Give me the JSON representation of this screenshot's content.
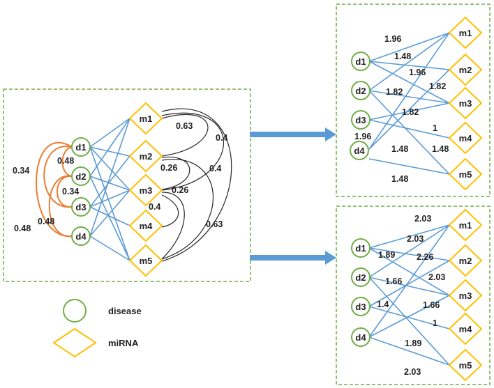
{
  "colors": {
    "disease_stroke": "#70ad47",
    "mirna_stroke": "#ffc000",
    "edge": "#5b9bd5",
    "disease_similarity_edge": "#ed7d31",
    "mirna_similarity_edge": "#262626",
    "panel_border": "#70ad47",
    "arrow": "#5b9bd5"
  },
  "left_panel": {
    "diseases": [
      "d1",
      "d2",
      "d3",
      "d4"
    ],
    "mirnas": [
      "m1",
      "m2",
      "m3",
      "m4",
      "m5"
    ],
    "disease_similarity_labels": [
      "0.34",
      "0.48",
      "0.34",
      "0.48",
      "0.48"
    ],
    "mirna_similarity_labels": [
      "0.63",
      "0.4",
      "0.26",
      "0.4",
      "0.26",
      "0.4",
      "0.63"
    ]
  },
  "right_top": {
    "diseases": [
      "d1",
      "d2",
      "d3",
      "d4"
    ],
    "mirnas": [
      "m1",
      "m2",
      "m3",
      "m4",
      "m5"
    ],
    "weights": [
      "1.96",
      "1.48",
      "1.96",
      "1.82",
      "1.82",
      "1.82",
      "1.96",
      "1",
      "1.48",
      "1.48",
      "1.48"
    ]
  },
  "right_bottom": {
    "diseases": [
      "d1",
      "d2",
      "d3",
      "d4"
    ],
    "mirnas": [
      "m1",
      "m2",
      "m3",
      "m4",
      "m5"
    ],
    "weights": [
      "2.03",
      "2.03",
      "1.89",
      "2.26",
      "1.66",
      "2.03",
      "1.4",
      "1.66",
      "1",
      "1.89",
      "2.03"
    ]
  },
  "legend": {
    "disease_label": "disease",
    "mirna_label": "miRNA",
    "disease_icon": "circle-icon",
    "mirna_icon": "diamond-icon"
  }
}
